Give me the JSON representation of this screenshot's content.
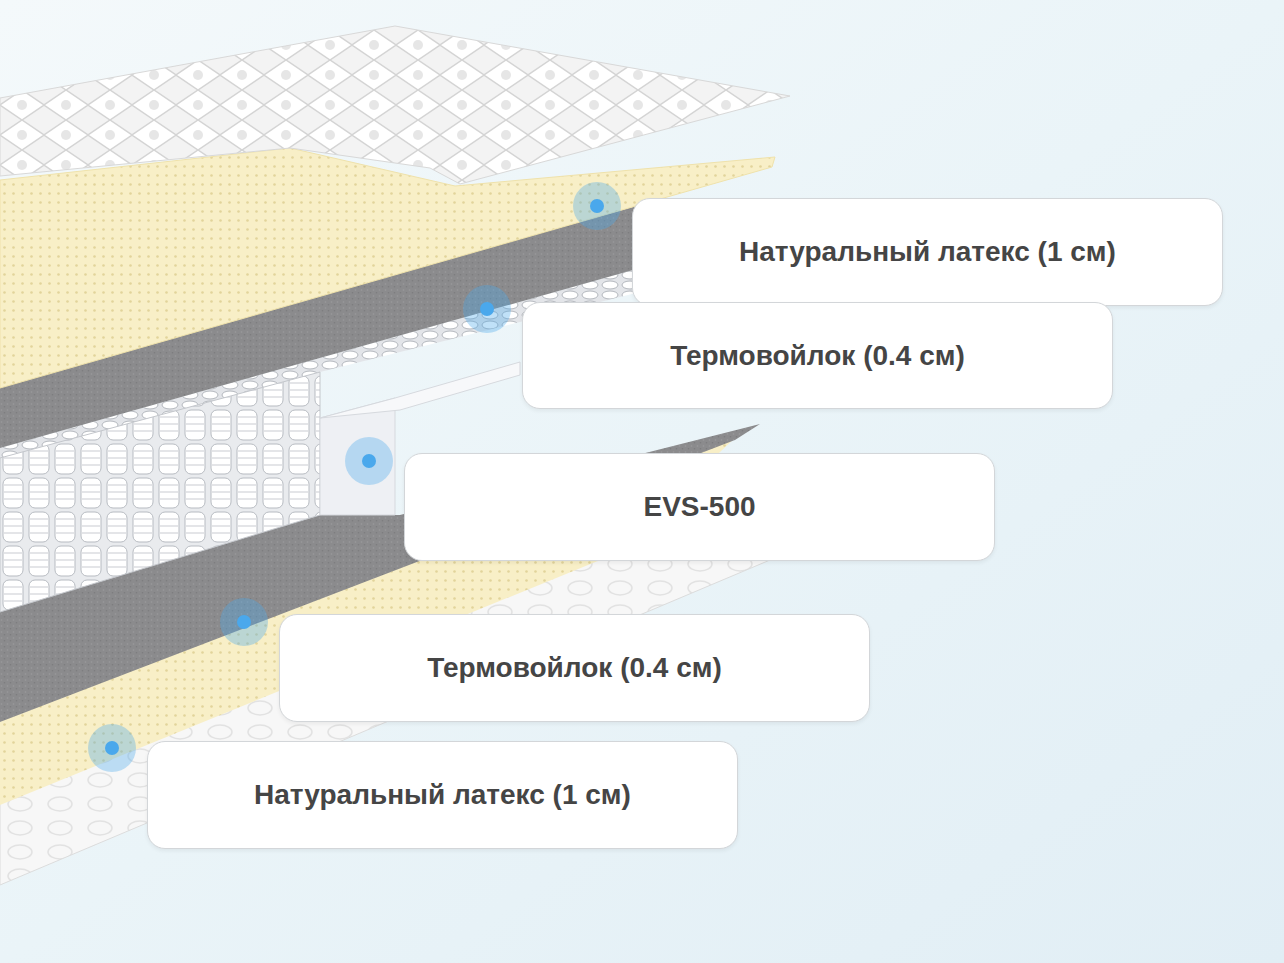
{
  "diagram": {
    "nodes": [
      {
        "text": [
          "Натуральный латекс (1 см)"
        ]
      },
      {
        "text": [
          "Термовойлок (0.4 см)"
        ]
      },
      {
        "text": [
          "EVS-500"
        ]
      },
      {
        "text": [
          "Термовойлок (0.4 см)"
        ]
      },
      {
        "text": [
          "Натуральный латекс (1 см)"
        ]
      }
    ]
  }
}
